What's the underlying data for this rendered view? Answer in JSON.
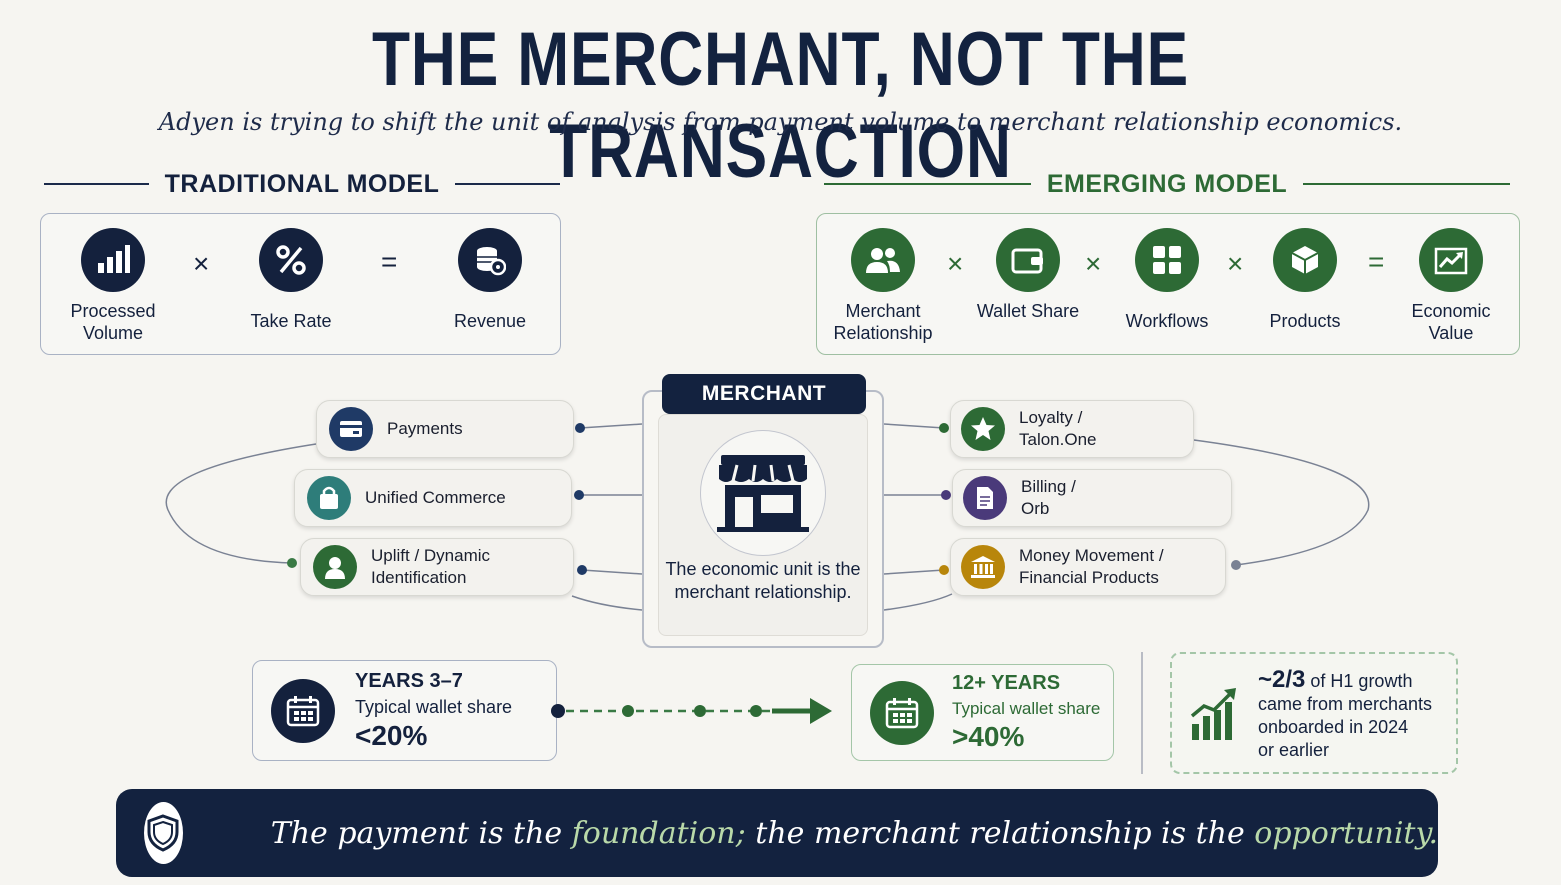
{
  "title": "THE MERCHANT, NOT THE TRANSACTION",
  "subtitle": "Adyen is trying to shift the unit of analysis from payment volume to merchant relationship economics.",
  "traditional": {
    "heading": "TRADITIONAL MODEL",
    "items": [
      {
        "label": "Processed Volume",
        "icon": "bar-chart-icon"
      },
      {
        "label": "Take Rate",
        "icon": "percent-icon"
      },
      {
        "label": "Revenue",
        "icon": "coins-icon"
      }
    ],
    "ops": [
      "×",
      "="
    ]
  },
  "emerging": {
    "heading": "EMERGING MODEL",
    "items": [
      {
        "label": "Merchant Relationship",
        "icon": "people-icon"
      },
      {
        "label": "Wallet Share",
        "icon": "wallet-icon"
      },
      {
        "label": "Workflows",
        "icon": "grid-icon"
      },
      {
        "label": "Products",
        "icon": "box-icon"
      },
      {
        "label": "Economic Value",
        "icon": "trend-up-icon"
      }
    ],
    "ops": [
      "×",
      "×",
      "×",
      "="
    ]
  },
  "merchant": {
    "tag": "MERCHANT",
    "text": "The economic unit is the merchant relationship."
  },
  "left_products": [
    {
      "label": "Payments",
      "icon": "card-icon",
      "color": "#1f3a66"
    },
    {
      "label": "Unified Commerce",
      "icon": "shopping-bag-icon",
      "color": "#2e7d7a"
    },
    {
      "label": "Uplift / Dynamic Identification",
      "icon": "user-icon",
      "color": "#2d6a35"
    }
  ],
  "right_products": [
    {
      "label": "Loyalty / Talon.One",
      "icon": "star-icon",
      "color": "#2d6a35"
    },
    {
      "label": "Billing / Orb",
      "icon": "document-icon",
      "color": "#4a3a7a"
    },
    {
      "label": "Money Movement / Financial Products",
      "icon": "bank-icon",
      "color": "#b8860b"
    }
  ],
  "early": {
    "heading": "YEARS 3–7",
    "sub": "Typical wallet share",
    "value": "<20%"
  },
  "mature": {
    "heading": "12+ YEARS",
    "sub": "Typical wallet share",
    "value": ">40%"
  },
  "growth": {
    "big": "~2/3",
    "text1": "of H1 growth",
    "text2": "came from merchants",
    "text3": "onboarded in 2024",
    "text4": "or earlier"
  },
  "footer": {
    "part1": "The payment is the ",
    "hl1": "foundation;",
    "part2": " the merchant relationship is the ",
    "hl2": "opportunity."
  },
  "colors": {
    "navy": "#13223f",
    "green": "#2d6a35",
    "highlight": "#b9d9a9"
  }
}
